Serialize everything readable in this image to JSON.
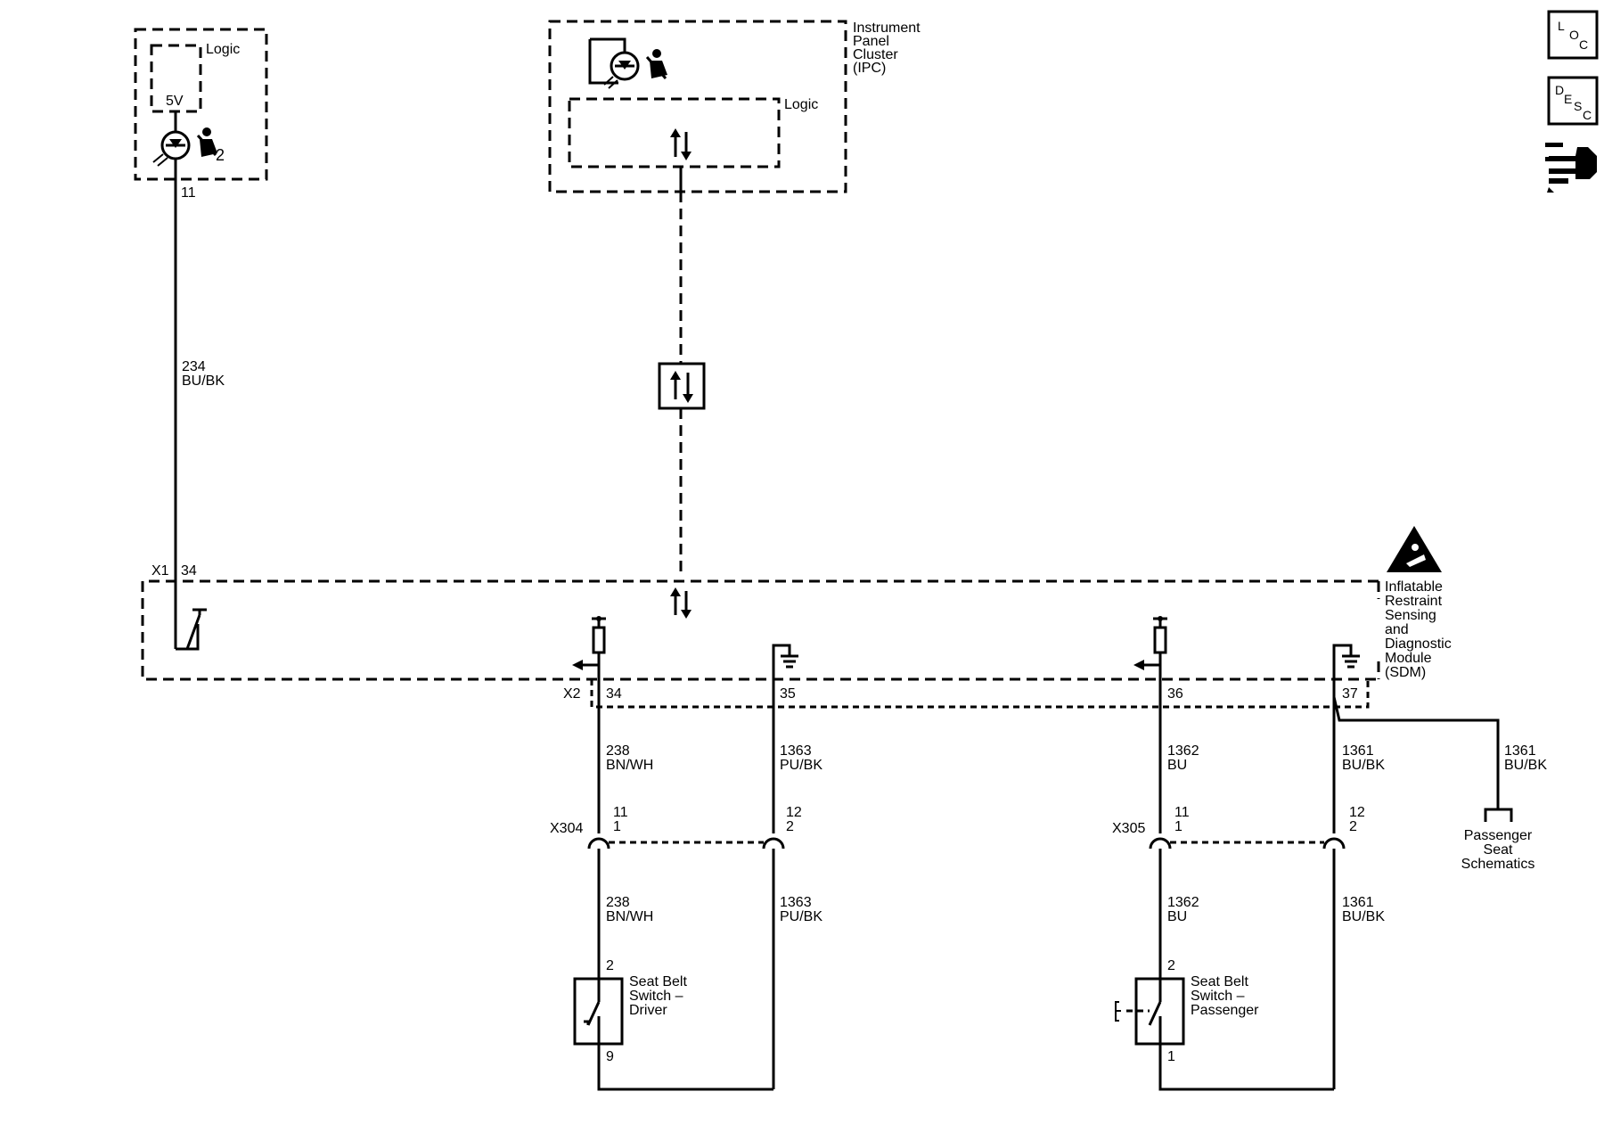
{
  "nav": {
    "loc": {
      "top": "L",
      "mid": "O",
      "bot": "C"
    },
    "desc": {
      "top": "D",
      "mid": "E",
      "mid2": "S",
      "bot": "C"
    }
  },
  "components": {
    "seatbelt_indicator": {
      "logic_label": "Logic",
      "supply_label": "5V",
      "indicator_suffix": "2",
      "pin": "11"
    },
    "ipc": {
      "name_lines": [
        "Instrument",
        "Panel",
        "Cluster",
        "(IPC)"
      ],
      "logic_label": "Logic"
    },
    "sdm": {
      "name_lines": [
        "Inflatable",
        "Restraint",
        "Sensing",
        "and",
        "Diagnostic",
        "Module",
        "(SDM)"
      ],
      "connectors": {
        "x1": "X1",
        "x2": "X2"
      },
      "pins": {
        "x1_34": "34",
        "x2_34": "34",
        "x2_35": "35",
        "x2_36": "36",
        "x2_37": "37"
      }
    },
    "driver_switch": {
      "name_lines": [
        "Seat Belt",
        "Switch –",
        "Driver"
      ],
      "pin_top": "2",
      "pin_bottom": "9"
    },
    "passenger_switch": {
      "name_lines": [
        "Seat Belt",
        "Switch –",
        "Passenger"
      ],
      "pin_top": "2",
      "pin_bottom": "1"
    },
    "passenger_seat_ref": {
      "name_lines": [
        "Passenger",
        "Seat",
        "Schematics"
      ]
    }
  },
  "wires": {
    "w234": {
      "circuit": "234",
      "color": "BU/BK"
    },
    "w238a": {
      "circuit": "238",
      "color": "BN/WH"
    },
    "w1363a": {
      "circuit": "1363",
      "color": "PU/BK"
    },
    "w1362a": {
      "circuit": "1362",
      "color": "BU"
    },
    "w1361a": {
      "circuit": "1361",
      "color": "BU/BK"
    },
    "w1361c": {
      "circuit": "1361",
      "color": "BU/BK"
    },
    "w238b": {
      "circuit": "238",
      "color": "BN/WH"
    },
    "w1363b": {
      "circuit": "1363",
      "color": "PU/BK"
    },
    "w1362b": {
      "circuit": "1362",
      "color": "BU"
    },
    "w1361b": {
      "circuit": "1361",
      "color": "BU/BK"
    }
  },
  "connectors": {
    "x304": {
      "name": "X304",
      "pin_a_top": "11",
      "pin_a_bot": "1",
      "pin_b_top": "12",
      "pin_b_bot": "2"
    },
    "x305": {
      "name": "X305",
      "pin_a_top": "11",
      "pin_a_bot": "1",
      "pin_b_top": "12",
      "pin_b_bot": "2"
    }
  }
}
